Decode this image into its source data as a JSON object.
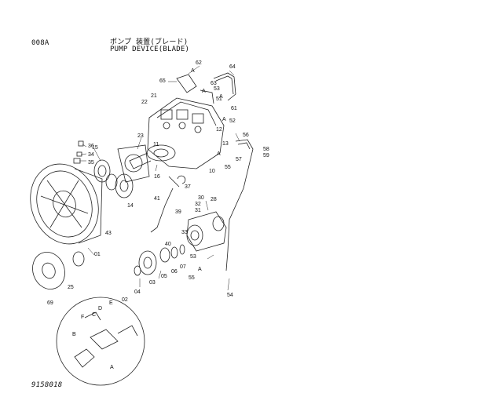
{
  "header": {
    "sheet_code": "008A",
    "title_jp": "ポンプ 装置(ブレード)",
    "title_en": "PUMP DEVICE(BLADE)"
  },
  "footer": {
    "drawing_number": "9158018"
  },
  "callouts": [
    "64",
    "62",
    "A",
    "63",
    "65",
    "A",
    "53",
    "A",
    "51",
    "61",
    "21",
    "22",
    "52",
    "A",
    "12",
    "13",
    "56",
    "57",
    "58",
    "59",
    "A",
    "55",
    "36",
    "34",
    "35",
    "23",
    "15",
    "11",
    "16",
    "10",
    "14",
    "37",
    "41",
    "30",
    "32",
    "31",
    "28",
    "39",
    "43",
    "40",
    "01",
    "33",
    "07",
    "53",
    "04",
    "05",
    "06",
    "A",
    "54",
    "55",
    "25",
    "03",
    "69",
    "E",
    "D",
    "C",
    "F",
    "02",
    "B",
    "A"
  ]
}
